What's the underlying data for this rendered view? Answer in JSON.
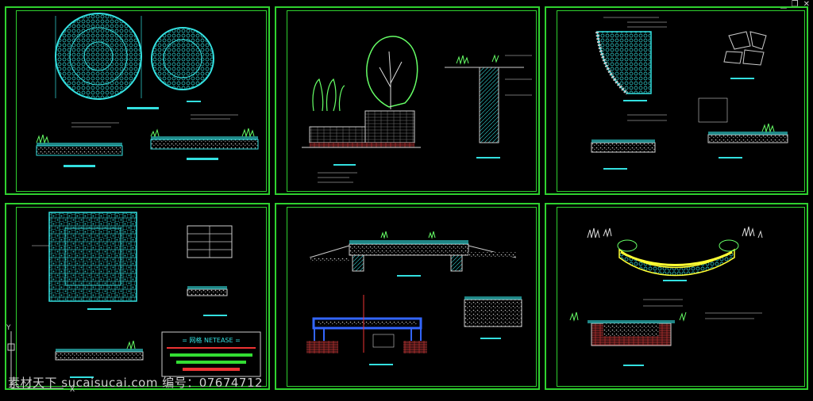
{
  "window": {
    "minimize_icon": "minimize-icon",
    "restore_icon": "restore-icon",
    "close_icon": "close-icon",
    "minimize_glyph": "▁",
    "restore_glyph": "❐",
    "close_glyph": "✕"
  },
  "colors": {
    "frame": "#2fd12f",
    "line": "#33e0e0",
    "text_cyan": "#3ff",
    "plant_green": "#6f6",
    "yellow": "#ff3",
    "brick_red": "#c33",
    "legend_red": "#e33",
    "legend_green": "#3d3"
  },
  "legend": {
    "title": "= 网格 NETEASE ="
  },
  "ucs": {
    "y_label": "Y",
    "x_label": "X"
  },
  "watermark": {
    "text": "素材天下 sucaisucai.com  编号：07674712"
  }
}
